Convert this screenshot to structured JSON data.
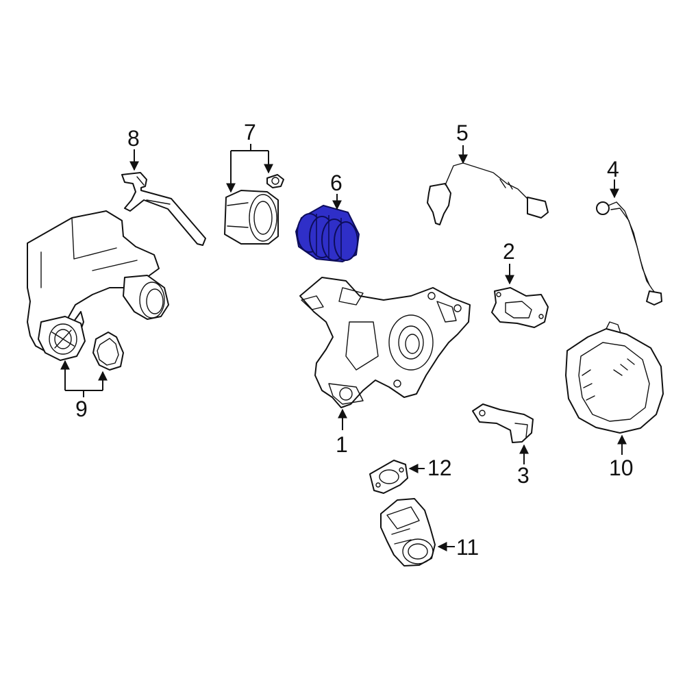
{
  "colors": {
    "highlight": "#2f2fc8",
    "line": "#111111",
    "background": "#ffffff"
  },
  "callouts": {
    "c1": "1",
    "c2": "2",
    "c3": "3",
    "c4": "4",
    "c5": "5",
    "c6": "6",
    "c7": "7",
    "c8": "8",
    "c9": "9",
    "c10": "10",
    "c11": "11",
    "c12": "12"
  },
  "highlighted_part": "6"
}
